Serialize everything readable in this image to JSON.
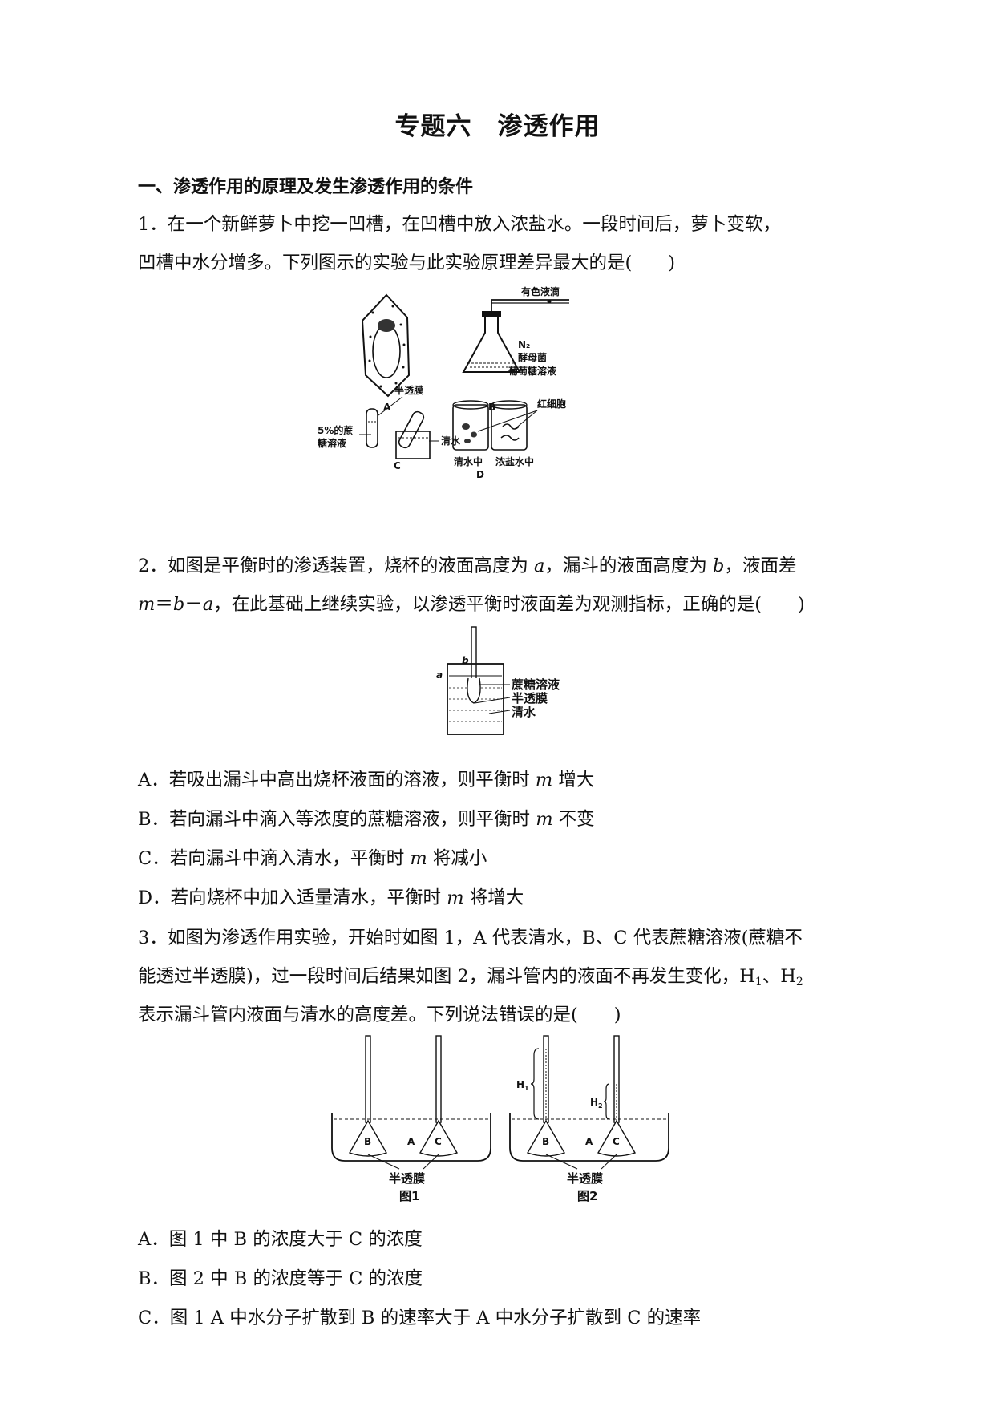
{
  "title": "专题六　渗透作用",
  "section1": "一、渗透作用的原理及发生渗透作用的条件",
  "q1": {
    "line1": "1．在一个新鲜萝卜中挖一凹槽，在凹槽中放入浓盐水。一段时间后，萝卜变软，",
    "line2": "凹槽中水分增多。下列图示的实验与此实验原理差异最大的是(　　)",
    "fig": {
      "a": "A",
      "b": "B",
      "c": "C",
      "d": "D",
      "colored_drop": "有色液滴",
      "n2": "N₂",
      "yeast": "酵母菌",
      "glucose": "葡萄糖溶液",
      "membrane": "半透膜",
      "sucrose5_1": "5%的蔗",
      "sucrose5_2": "糖溶液",
      "water": "清水",
      "rbc": "红细胞",
      "in_water": "清水中",
      "in_salt": "浓盐水中"
    }
  },
  "q2": {
    "line1_pre": "2．如图是平衡时的渗透装置，烧杯的液面高度为 ",
    "line1_a": "a",
    "line1_mid": "，漏斗的液面高度为 ",
    "line1_b": "b",
    "line1_post": "，液面差",
    "line2_m": "m",
    "line2_eq": "＝",
    "line2_b": "b",
    "line2_minus": "－",
    "line2_a": "a",
    "line2_post": "，在此基础上继续实验，以渗透平衡时液面差为观测指标，正确的是(　　)",
    "fig": {
      "b": "b",
      "a": "a",
      "sucrose": "蔗糖溶液",
      "membrane": "半透膜",
      "water": "清水"
    },
    "options": [
      {
        "pre": "A．若吸出漏斗中高出烧杯液面的溶液，则平衡时 ",
        "var": "m",
        "post": " 增大"
      },
      {
        "pre": "B．若向漏斗中滴入等浓度的蔗糖溶液，则平衡时 ",
        "var": "m",
        "post": " 不变"
      },
      {
        "pre": "C．若向漏斗中滴入清水，平衡时 ",
        "var": "m",
        "post": " 将减小"
      },
      {
        "pre": "D．若向烧杯中加入适量清水，平衡时 ",
        "var": "m",
        "post": " 将增大"
      }
    ]
  },
  "q3": {
    "line1": "3．如图为渗透作用实验，开始时如图 1，A 代表清水，B、C 代表蔗糖溶液(蔗糖不",
    "line2_pre": "能透过半透膜)，过一段时间后结果如图 2，漏斗管内的液面不再发生变化，H",
    "line2_sub1": "1",
    "line2_sep": "、H",
    "line2_sub2": "2",
    "line3": "表示漏斗管内液面与清水的高度差。下列说法错误的是(　　)",
    "fig": {
      "b": "B",
      "a": "A",
      "c": "C",
      "membrane": "半透膜",
      "fig1": "图1",
      "fig2": "图2",
      "h1": "H",
      "h1_sub": "1",
      "h2": "H",
      "h2_sub": "2"
    },
    "options": [
      "A．图 1 中 B 的浓度大于 C 的浓度",
      "B．图 2 中 B 的浓度等于 C 的浓度",
      "C．图 1 A 中水分子扩散到 B 的速率大于 A 中水分子扩散到 C 的速率"
    ]
  }
}
